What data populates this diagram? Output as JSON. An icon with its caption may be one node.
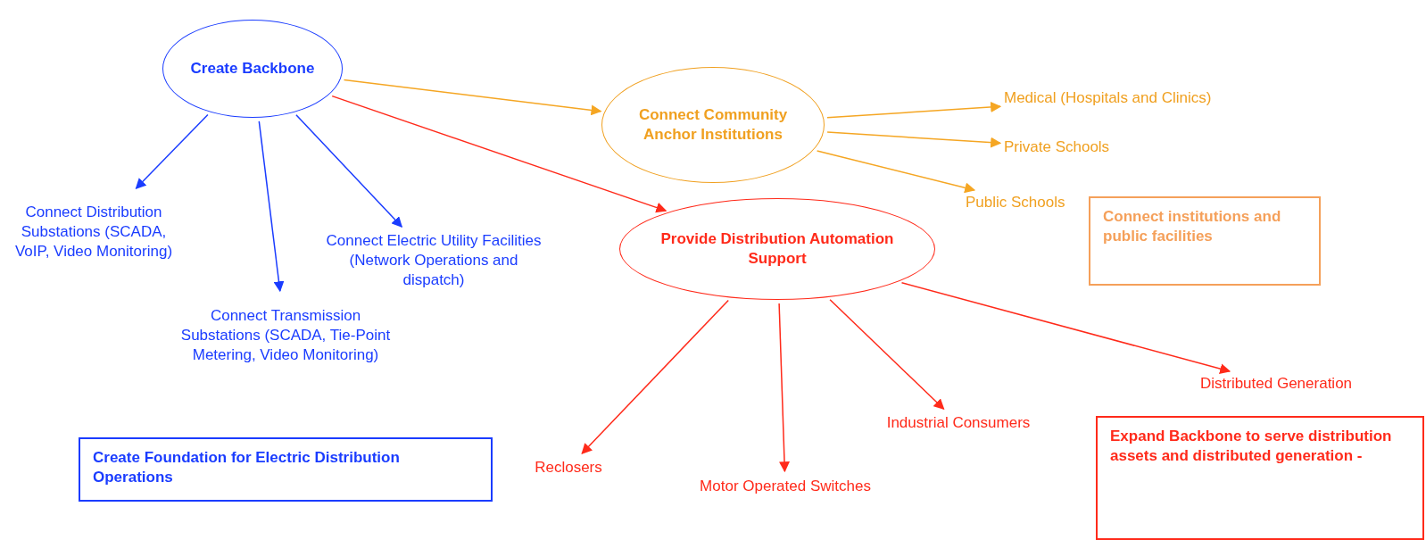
{
  "diagram": {
    "nodes": [
      {
        "text": [
          "Create Backbone"
        ]
      },
      {
        "text": [
          "Connect Community Anchor Institutions"
        ]
      },
      {
        "text": [
          "Provide Distribution Automation Support"
        ]
      },
      {
        "text": [
          "Connect Distribution Substations (SCADA, VoIP, Video Monitoring)"
        ]
      },
      {
        "text": [
          "Connect Transmission Substations (SCADA, Tie-Point Metering, Video Monitoring)"
        ]
      },
      {
        "text": [
          "Connect Electric Utility Facilities (Network Operations and dispatch)"
        ]
      },
      {
        "text": [
          "Medical (Hospitals and Clinics)"
        ]
      },
      {
        "text": [
          "Private Schools"
        ]
      },
      {
        "text": [
          "Public Schools"
        ]
      },
      {
        "text": [
          "Reclosers"
        ]
      },
      {
        "text": [
          "Motor Operated Switches"
        ]
      },
      {
        "text": [
          "Industrial Consumers"
        ]
      },
      {
        "text": [
          "Distributed Generation"
        ]
      },
      {
        "text": [
          "Create Foundation for Electric Distribution Operations"
        ]
      },
      {
        "text": [
          "Connect institutions and public facilities"
        ]
      },
      {
        "text": [
          "Expand Backbone to serve distribution assets and distributed generation -"
        ]
      }
    ],
    "edges": [
      {
        "from": 0,
        "to": 1,
        "arrow": "to",
        "color": "#f5a623"
      },
      {
        "from": 0,
        "to": 2,
        "arrow": "to",
        "color": "#ff2a1a"
      },
      {
        "from": 0,
        "to": 3,
        "arrow": "to",
        "color": "#1a3cff"
      },
      {
        "from": 0,
        "to": 4,
        "arrow": "to",
        "color": "#1a3cff"
      },
      {
        "from": 0,
        "to": 5,
        "arrow": "to",
        "color": "#1a3cff"
      },
      {
        "from": 1,
        "to": 6,
        "arrow": "to",
        "color": "#f5a623"
      },
      {
        "from": 1,
        "to": 7,
        "arrow": "to",
        "color": "#f5a623"
      },
      {
        "from": 1,
        "to": 8,
        "arrow": "to",
        "color": "#f5a623"
      },
      {
        "from": 2,
        "to": 9,
        "arrow": "to",
        "color": "#ff2a1a"
      },
      {
        "from": 2,
        "to": 10,
        "arrow": "to",
        "color": "#ff2a1a"
      },
      {
        "from": 2,
        "to": 11,
        "arrow": "to",
        "color": "#ff2a1a"
      },
      {
        "from": 2,
        "to": 12,
        "arrow": "to",
        "color": "#ff2a1a"
      }
    ]
  }
}
